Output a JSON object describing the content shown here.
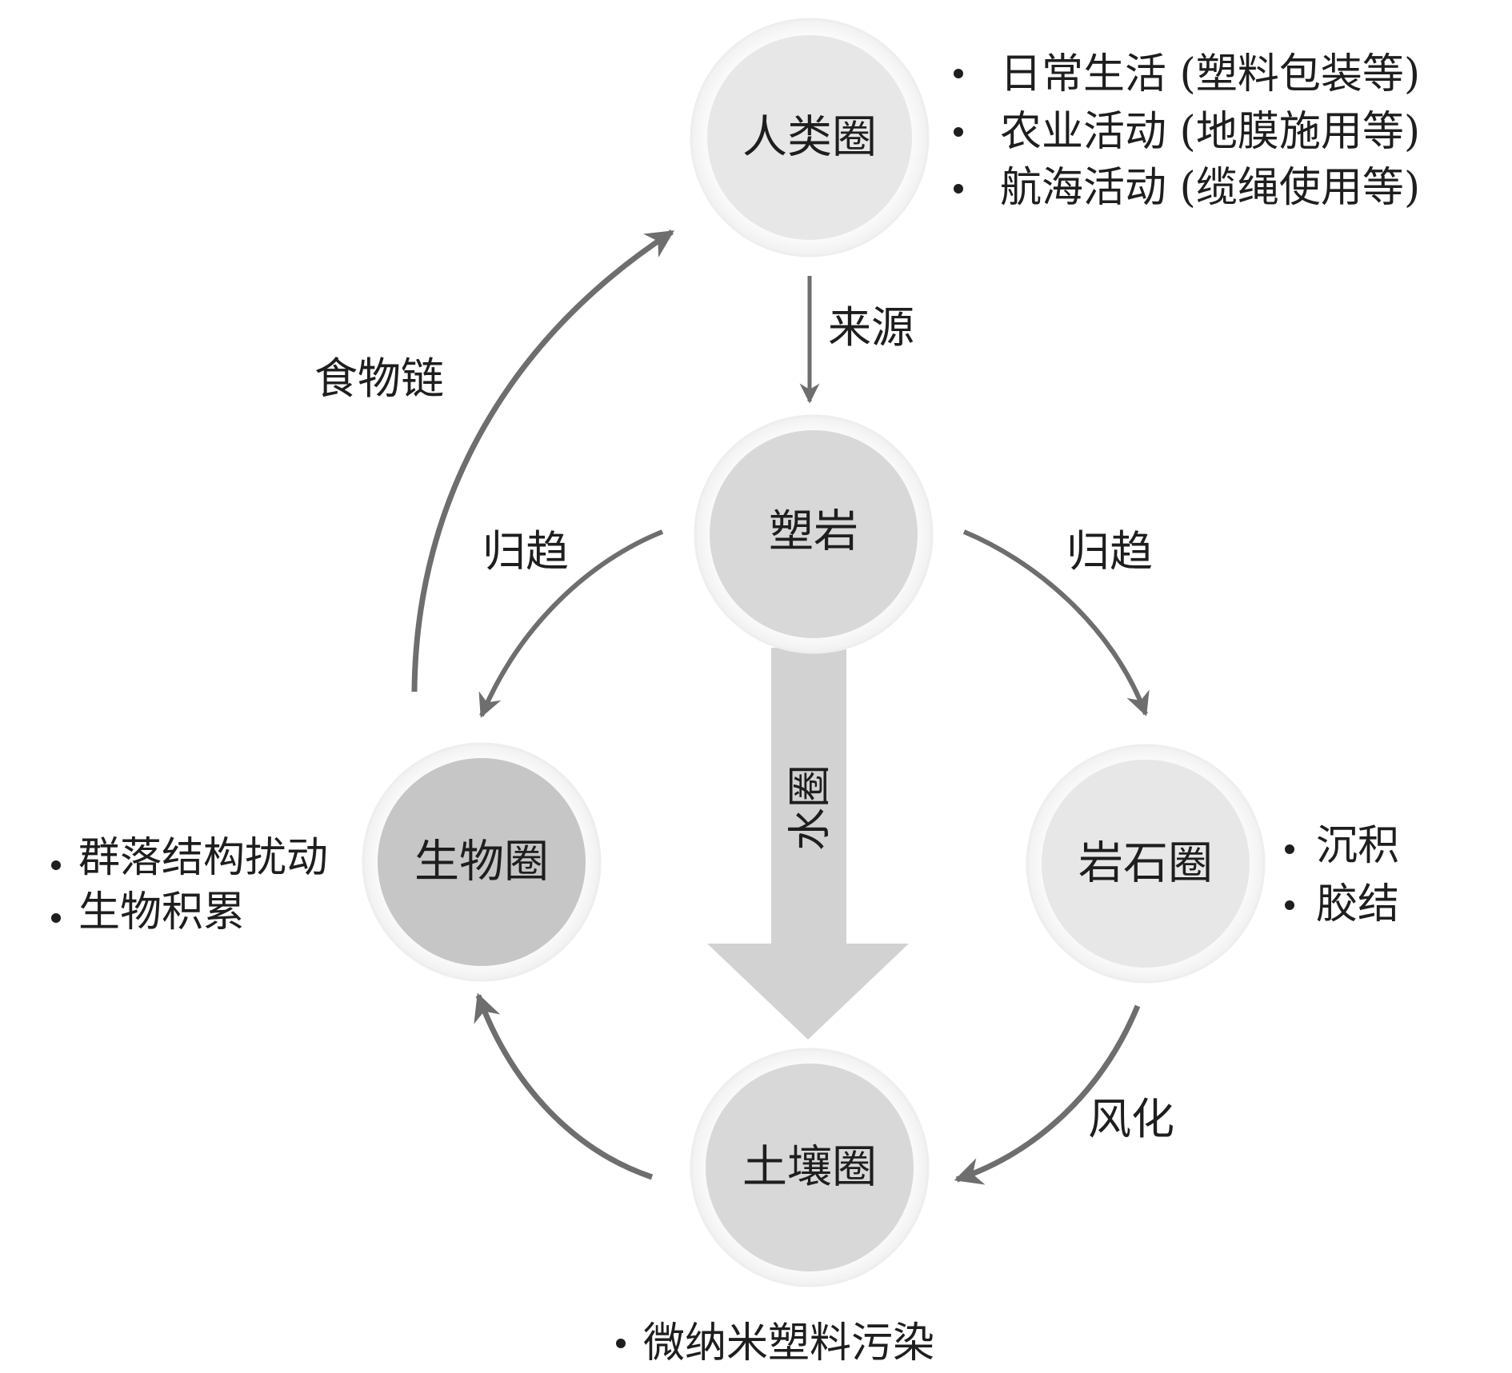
{
  "colors": {
    "node_light": "#e7e7e7",
    "node_mid": "#d8d8d8",
    "node_dark": "#c6c6c6",
    "arrow": "#6e6e6e",
    "big_arrow": "#d2d2d2",
    "text": "#1e1e1e"
  },
  "nodes": {
    "human": "人类圈",
    "plastirock": "塑岩",
    "bio": "生物圈",
    "rock": "岩石圈",
    "soil": "土壤圈"
  },
  "edges": {
    "source": "来源",
    "food_chain": "食物链",
    "fate_left": "归趋",
    "fate_right": "归趋",
    "hydrosphere": "水圈",
    "weathering": "风化"
  },
  "bullets": {
    "human": [
      "日常生活 (塑料包装等)",
      "农业活动 (地膜施用等)",
      "航海活动 (缆绳使用等)"
    ],
    "bio": [
      "群落结构扰动",
      "生物积累"
    ],
    "rock": [
      "沉积",
      "胶结"
    ],
    "soil": [
      "微纳米塑料污染"
    ]
  },
  "icons": [
    "arrow-head-icon",
    "bullet-dot-icon"
  ]
}
